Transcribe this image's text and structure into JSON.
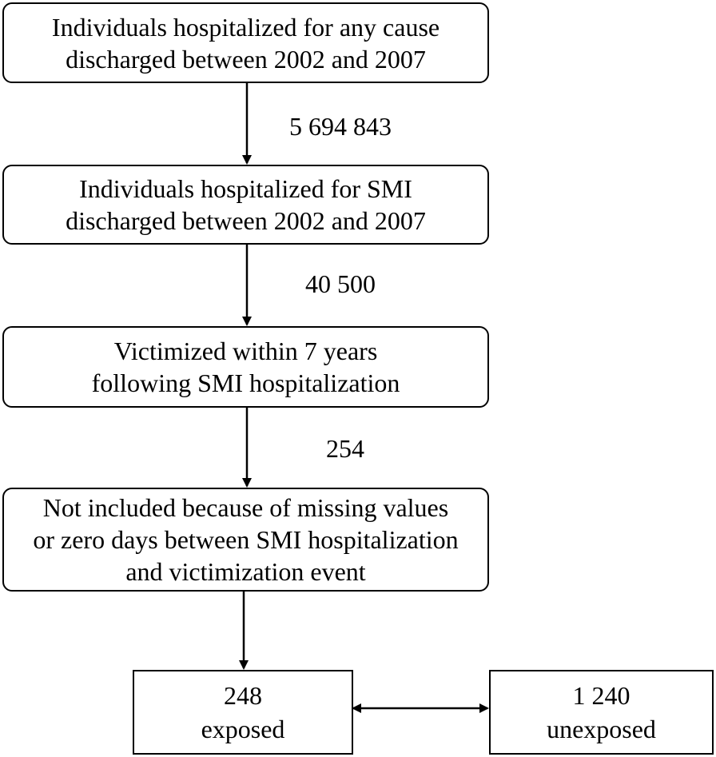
{
  "boxes": {
    "all_cause": "Individuals hospitalized for any cause\ndischarged between 2002 and 2007",
    "smi": "Individuals hospitalized for SMI\ndischarged between 2002 and 2007",
    "victimized": "Victimized within 7 years\nfollowing SMI hospitalization",
    "not_included": "Not included because of missing values\nor zero days between SMI hospitalization\nand victimization event"
  },
  "counts": {
    "all_cause_to_smi": "5 694 843",
    "smi_to_victimized": "40 500",
    "victimized_to_excluded": "254"
  },
  "groups": {
    "exposed": {
      "count": "248",
      "label": "exposed"
    },
    "unexposed": {
      "count": "1 240",
      "label": "unexposed"
    }
  }
}
